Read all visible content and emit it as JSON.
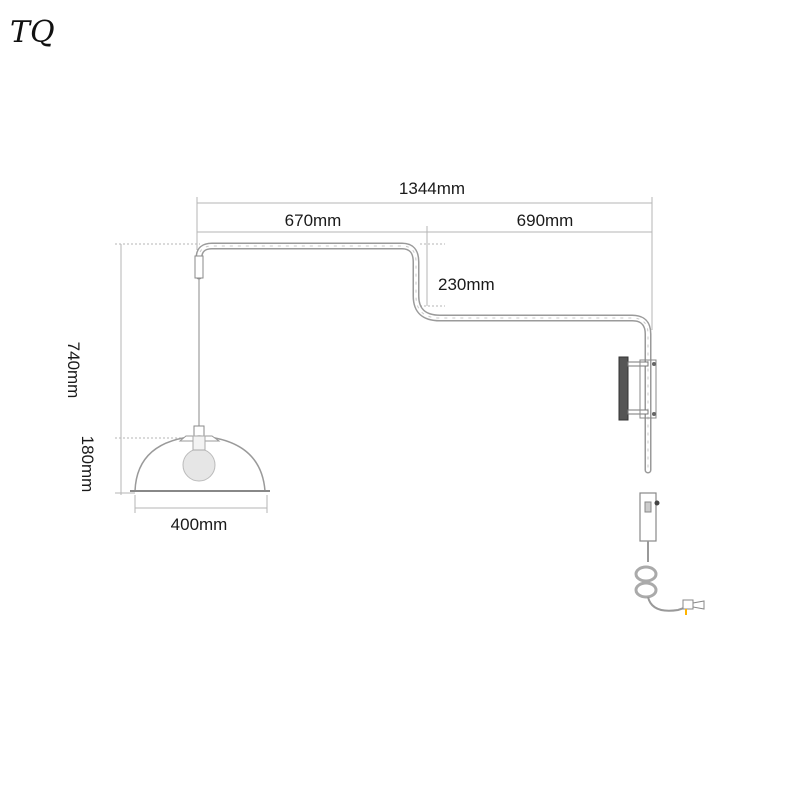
{
  "logo": {
    "text": "TQ"
  },
  "dimensions": {
    "total_width": "1344mm",
    "left_span": "670mm",
    "right_span": "690mm",
    "drop": "230mm",
    "total_height": "740mm",
    "shade_height": "180mm",
    "shade_diameter": "400mm"
  },
  "colors": {
    "line": "#9a9a9a",
    "dim_line": "#b5b5b5",
    "text": "#1a1a1a",
    "bulb": "#e6e6e6"
  }
}
